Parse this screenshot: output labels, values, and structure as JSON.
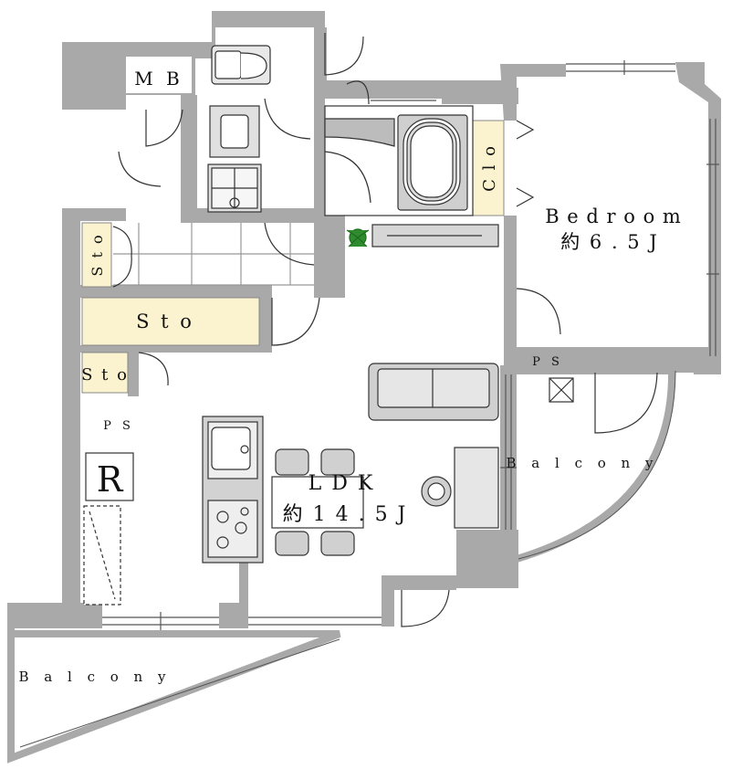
{
  "labels": {
    "mb": "M B",
    "sto_vertical": "S t o",
    "sto_large": "S t o",
    "sto_small": "S t o",
    "ps_left": "P S",
    "ps_right": "P S",
    "refrigerator": "R",
    "clo": "C l o",
    "bedroom_name": "B e d r o o m",
    "bedroom_size": "約 6 . 5 J",
    "ldk_name": "L D K",
    "ldk_size": "約 1 4 . 5 J",
    "balcony_right": "B a l c o n y",
    "balcony_bottom": "B a l c o n y"
  },
  "colors": {
    "wall": "#a9a9a9",
    "wall_dark": "#8f8f8f",
    "storage_fill": "#fbf3cf",
    "line": "#333333",
    "plant": "#2e8b2e"
  }
}
